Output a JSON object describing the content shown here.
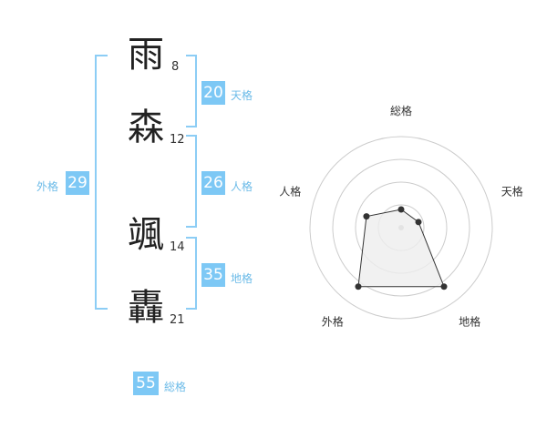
{
  "name": {
    "chars": [
      {
        "char": "雨",
        "strokes": "8"
      },
      {
        "char": "森",
        "strokes": "12"
      },
      {
        "char": "颯",
        "strokes": "14"
      },
      {
        "char": "轟",
        "strokes": "21"
      }
    ]
  },
  "kakusu": {
    "tenkaku": {
      "value": "20",
      "label": "天格"
    },
    "jinkaku": {
      "value": "26",
      "label": "人格"
    },
    "chikaku": {
      "value": "35",
      "label": "地格"
    },
    "gaikaku": {
      "value": "29",
      "label": "外格"
    },
    "soukaku": {
      "value": "55",
      "label": "総格"
    }
  },
  "radar": {
    "axes": [
      "総格",
      "天格",
      "地格",
      "外格",
      "人格"
    ],
    "levels": 4,
    "max": 5,
    "values": [
      1,
      1,
      4,
      4,
      2
    ],
    "colors": {
      "ring": "#cccccc",
      "fill": "#eeeeee",
      "line": "#333333",
      "point": "#333333",
      "center": "#bbbbbb"
    }
  },
  "colors": {
    "accent": "#7dc8f5",
    "bracket": "#8ccdf5",
    "label": "#6cbbe8"
  }
}
